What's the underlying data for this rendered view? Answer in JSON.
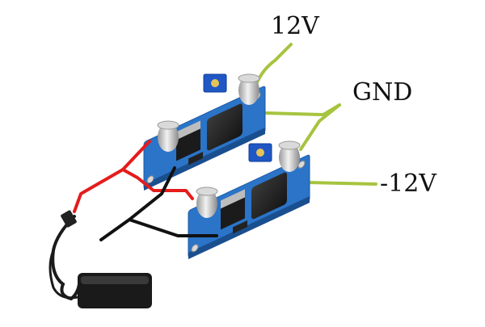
{
  "labels": {
    "positive": "12V",
    "ground": "GND",
    "negative": "-12V"
  },
  "components": {
    "module_count": 2,
    "power_source": "power-adapter"
  },
  "colors": {
    "pcb": "#2b74c8",
    "positive_wire": "#e41c1c",
    "negative_wire": "#111111",
    "output_wires": "#a6c43f",
    "trim_pot": "#1f57c4",
    "adapter": "#1a1a1a"
  }
}
